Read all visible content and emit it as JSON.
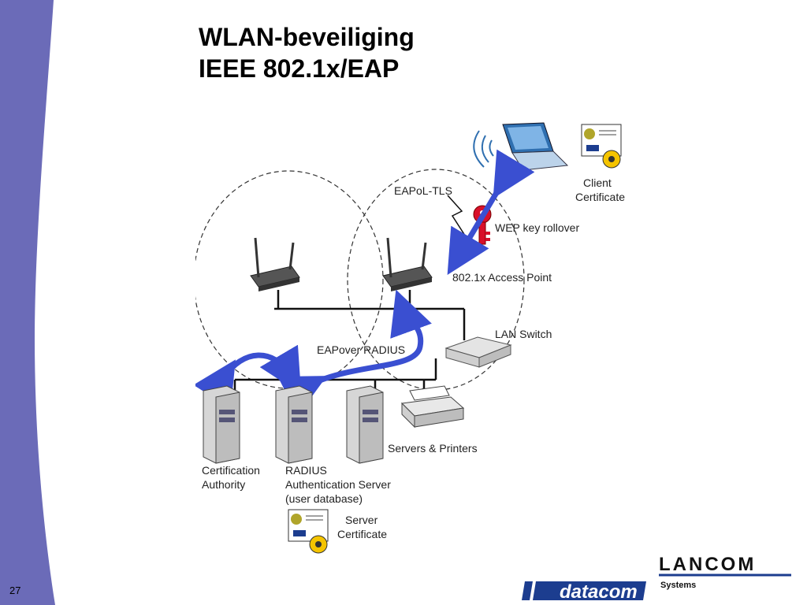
{
  "slide": {
    "title_line1": "WLAN-beveiliging",
    "title_line2": "IEEE 802.1x/EAP",
    "number": "27"
  },
  "diagram": {
    "labels": {
      "client_certificate_1": "Client",
      "client_certificate_2": "Certificate",
      "eapol_tls": "EAPoL-TLS",
      "wep_key_rollover": "WEP key rollover",
      "access_point": "802.1x Access Point",
      "lan_switch": "LAN Switch",
      "eap_over_radius": "EAPover RADIUS",
      "cert_authority_1": "Certification",
      "cert_authority_2": "Authority",
      "radius_1": "RADIUS",
      "radius_2": "Authentication Server",
      "radius_3": "(user database)",
      "servers_printers": "Servers & Printers",
      "server_certificate_1": "Server",
      "server_certificate_2": "Certificate"
    },
    "icons": [
      "laptop-icon",
      "certificate-icon",
      "key-icon",
      "access-point-icon",
      "switch-icon",
      "server-icon",
      "printer-icon",
      "wireless-signal-icon"
    ]
  },
  "logos": {
    "lancom": "LANCOM",
    "lancom_sub": "Systems",
    "datacom": "datacom"
  },
  "colors": {
    "sidebar": "#6b6bb8",
    "arrow": "#3a4fd1",
    "key": "#d8102a"
  }
}
